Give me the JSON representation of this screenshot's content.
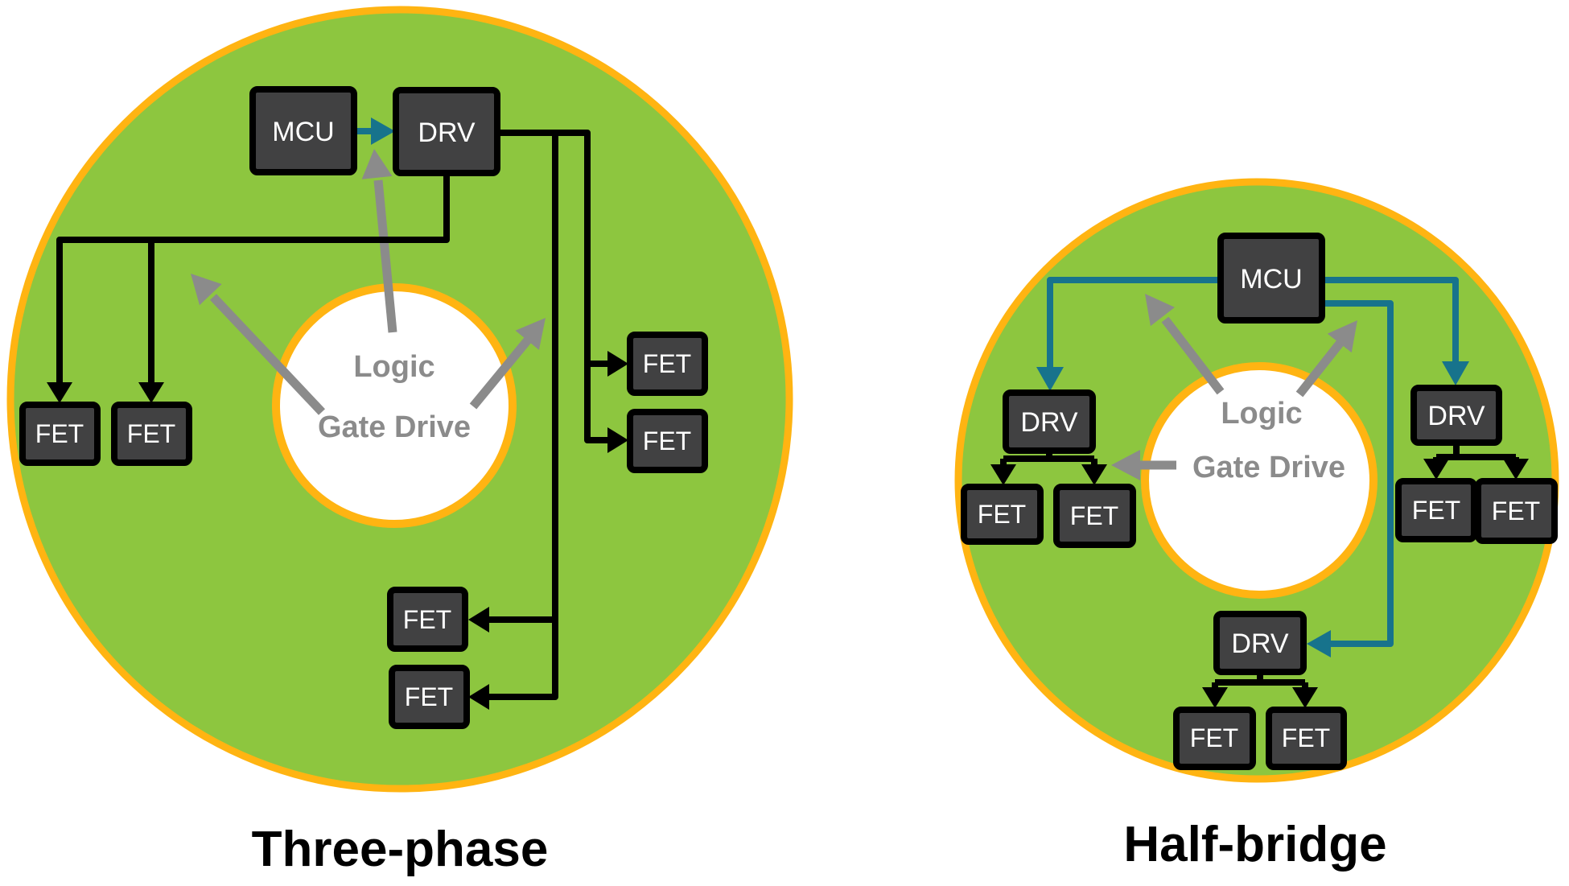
{
  "theme": {
    "background": "#FFFFFF",
    "donut_green": "#8DC63F",
    "ring_orange": "#FFB412",
    "signal_teal": "#17738C",
    "annotation_gray": "#8B8B8B",
    "node_fill": "#414142",
    "node_border": "#000000",
    "node_text": "#FFFFFF",
    "caption_text": "#000000"
  },
  "diagrams": {
    "three_phase": {
      "caption": "Three-phase",
      "mcu": "MCU",
      "drv": "DRV",
      "fet": "FET",
      "hub_line1": "Logic",
      "hub_line2": "Gate Drive"
    },
    "half_bridge": {
      "caption": "Half-bridge",
      "mcu": "MCU",
      "drv": "DRV",
      "fet": "FET",
      "hub_line1": "Logic",
      "hub_line2": "Gate Drive"
    }
  }
}
